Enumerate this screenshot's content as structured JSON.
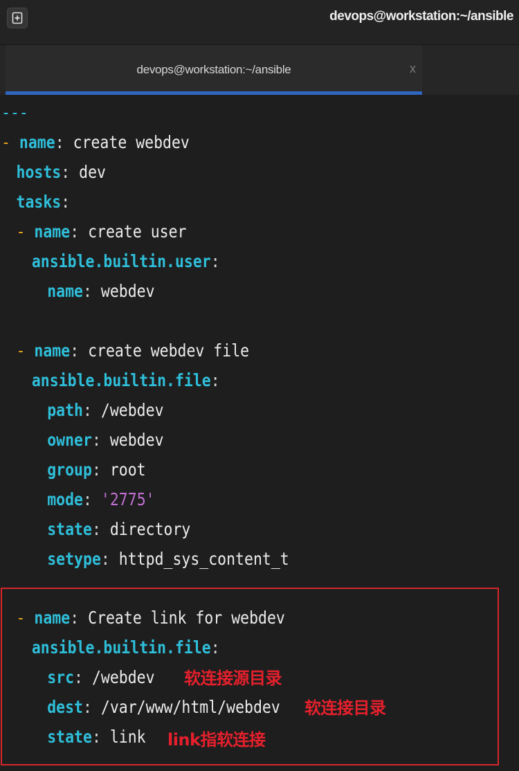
{
  "window": {
    "title": "devops@workstation:~/ansible",
    "new_tab_icon": "new-tab-icon"
  },
  "tab": {
    "label": "devops@workstation:~/ansible",
    "close": "x",
    "accent_color": "#2e66c2"
  },
  "colors": {
    "background": "#1e1e1e",
    "key": "#2fbfda",
    "dash": "#e8a41b",
    "string": "#c06ed2",
    "text": "#ececec",
    "annotation": "#e5202c"
  },
  "editor": {
    "doc_start": "---",
    "dash": "-",
    "colon": ":",
    "play": {
      "name_key": "name",
      "name_val": " create webdev",
      "hosts_key": "hosts",
      "hosts_val": " dev",
      "tasks_key": "tasks"
    },
    "task1": {
      "name_key": "name",
      "name_val": " create user",
      "module": "ansible.builtin.user",
      "param_key": "name",
      "param_val": " webdev"
    },
    "task2": {
      "name_key": "name",
      "name_val": " create webdev file",
      "module": "ansible.builtin.file",
      "path_key": "path",
      "path_val": " /webdev",
      "owner_key": "owner",
      "owner_val": " webdev",
      "group_key": "group",
      "group_val": " root",
      "mode_key": "mode",
      "mode_val": "'2775'",
      "state_key": "state",
      "state_val": " directory",
      "setype_key": "setype",
      "setype_val": " httpd_sys_content_t"
    },
    "task3": {
      "name_key": "name",
      "name_val": " Create link for webdev",
      "module": "ansible.builtin.file",
      "src_key": "src",
      "src_val": " /webdev",
      "dest_key": "dest",
      "dest_val": " /var/www/html/webdev",
      "state_key": "state",
      "state_val": " link"
    }
  },
  "annotations": {
    "src_note": "软连接源目录",
    "dest_note": "软连接目录",
    "state_note": "link指软连接"
  }
}
